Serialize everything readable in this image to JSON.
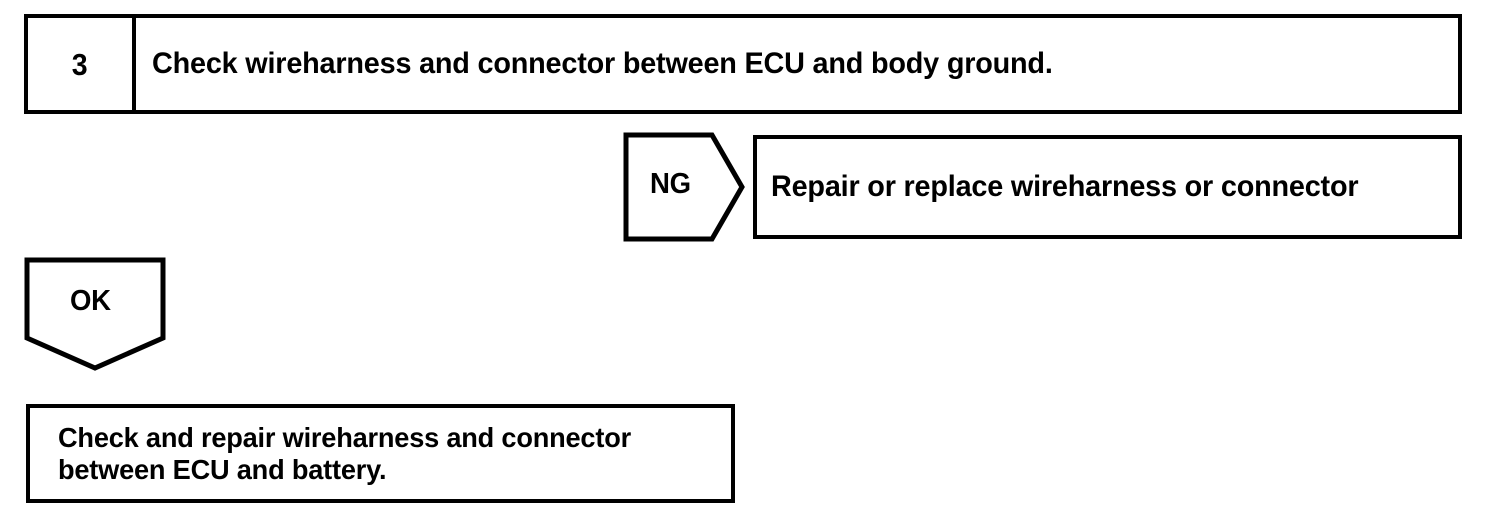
{
  "page": {
    "kind": "troubleshooting-flowchart",
    "background_color": "#ffffff",
    "line_color": "#000000",
    "text_color": "#000000"
  },
  "step": {
    "number": "3",
    "instruction": "Check wireharness and connector between ECU and body ground."
  },
  "branches": {
    "ng": {
      "label": "NG",
      "action": "Repair or replace wireharness or connector"
    },
    "ok": {
      "label": "OK",
      "action_line1": "Check and repair wireharness and connector",
      "action_line2": "between ECU and battery."
    }
  }
}
